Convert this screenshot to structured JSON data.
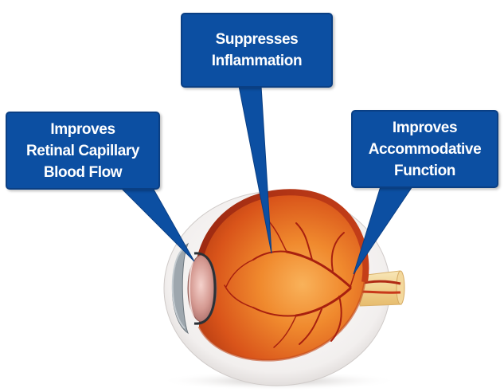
{
  "callouts": {
    "left": {
      "lines": [
        "Improves",
        "Retinal Capillary",
        "Blood Flow"
      ]
    },
    "center": {
      "lines": [
        "Suppresses",
        "Inflammation"
      ]
    },
    "right": {
      "lines": [
        "Improves",
        "Accommodative",
        "Function"
      ]
    }
  },
  "colors": {
    "callout_fill": "#0c4fa2",
    "callout_border": "#0a3f84",
    "callout_text": "#ffffff",
    "eye_interior": "#e0631a",
    "eye_highlight": "#f6a24a",
    "vessels": "#a8200f",
    "sclera": "#f1eeec"
  },
  "icons": [
    "eyeball-illustration",
    "lens",
    "cornea",
    "optic-nerve",
    "retinal-vessels"
  ]
}
